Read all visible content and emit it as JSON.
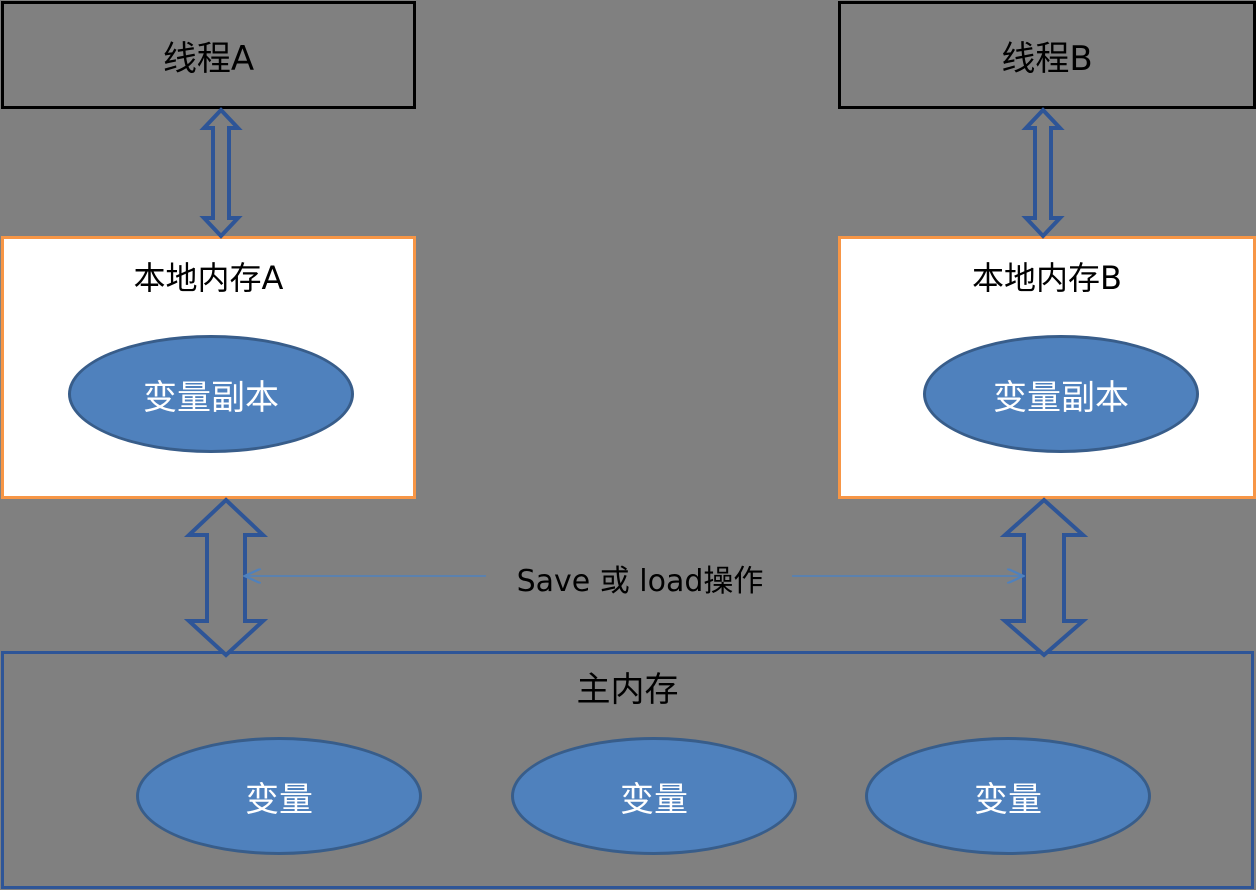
{
  "thread_a": {
    "label": "线程A"
  },
  "thread_b": {
    "label": "线程B"
  },
  "local_memory_a": {
    "title": "本地内存A",
    "copy_label": "变量副本"
  },
  "local_memory_b": {
    "title": "本地内存B",
    "copy_label": "变量副本"
  },
  "operation_label": "Save 或 load操作",
  "main_memory": {
    "title": "主内存",
    "variables": [
      "变量",
      "变量",
      "变量"
    ]
  },
  "colors": {
    "background": "#808080",
    "ellipse_fill": "#4f81bd",
    "ellipse_stroke": "#385d8a",
    "local_border": "#f79646",
    "main_border": "#2e5597",
    "arrow_stroke": "#2e5597",
    "thread_border": "#000000"
  }
}
